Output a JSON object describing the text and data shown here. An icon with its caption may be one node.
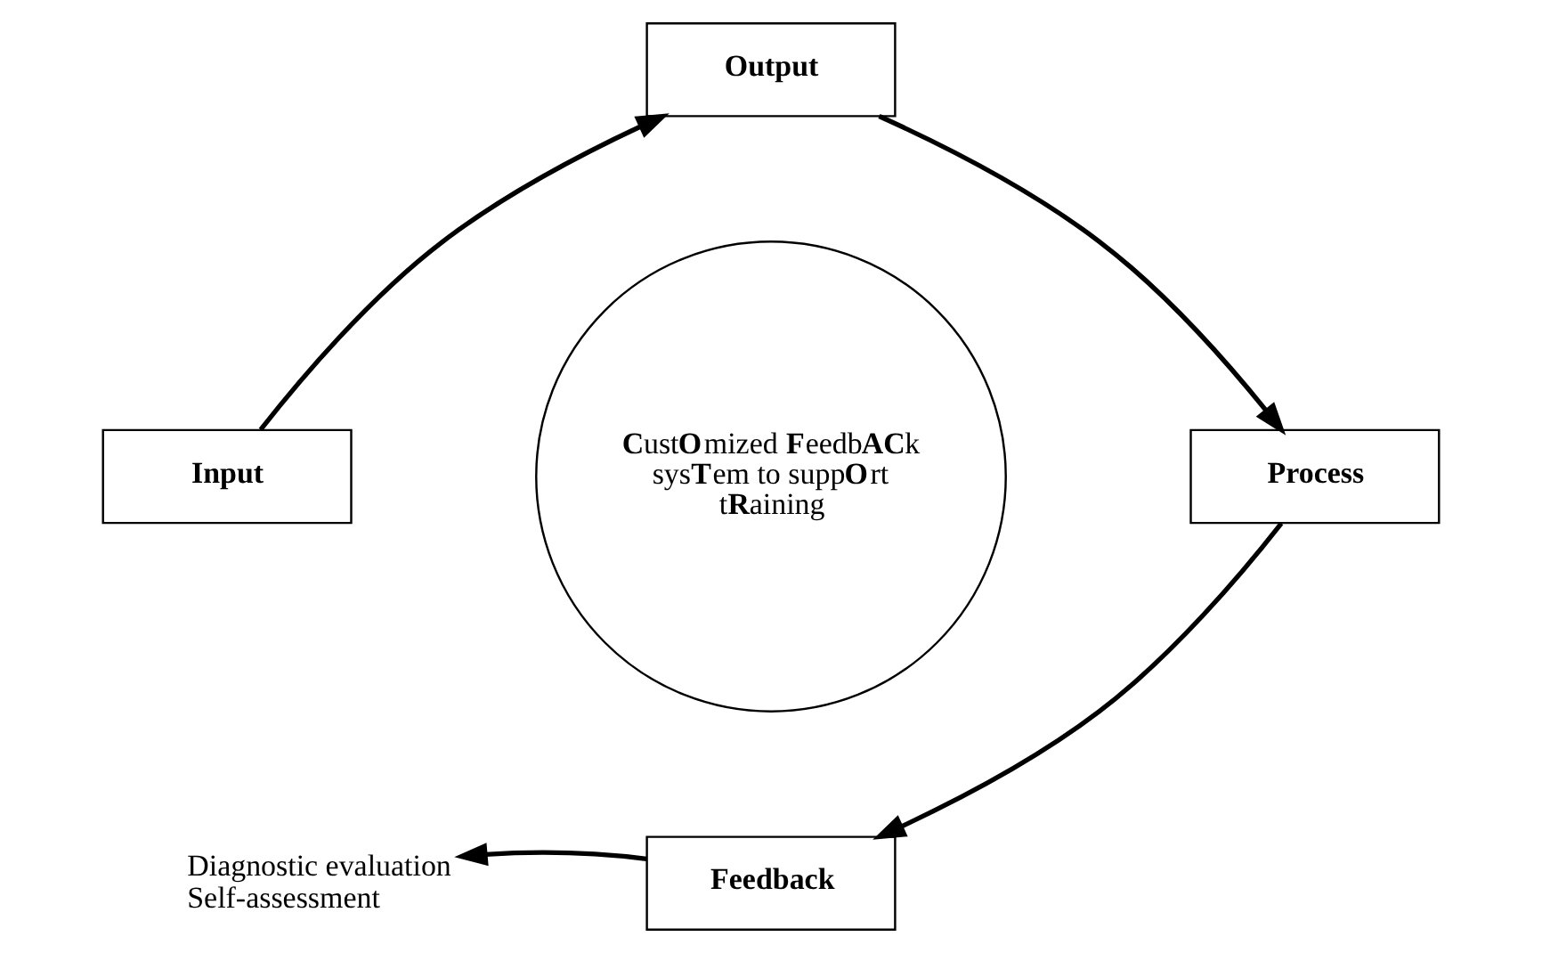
{
  "diagram": {
    "nodes": [
      {
        "text": [
          "Output"
        ]
      },
      {
        "text": [
          "Input"
        ]
      },
      {
        "text": [
          "**C**ust**O**mized **F**eedb**AC**k sys**T**em to supp**O**rt t**R**aining"
        ]
      },
      {
        "text": [
          "Process"
        ]
      },
      {
        "text": [
          "Feedback"
        ]
      },
      {
        "text": [
          "Diagnostic evaluation",
          "Self-assessment"
        ]
      }
    ],
    "edges": [
      {
        "from": 1,
        "to": 0,
        "arrow": "to"
      },
      {
        "from": 0,
        "to": 3,
        "arrow": "to"
      },
      {
        "from": 3,
        "to": 4,
        "arrow": "to"
      },
      {
        "from": 4,
        "to": 5,
        "arrow": "to"
      }
    ]
  }
}
